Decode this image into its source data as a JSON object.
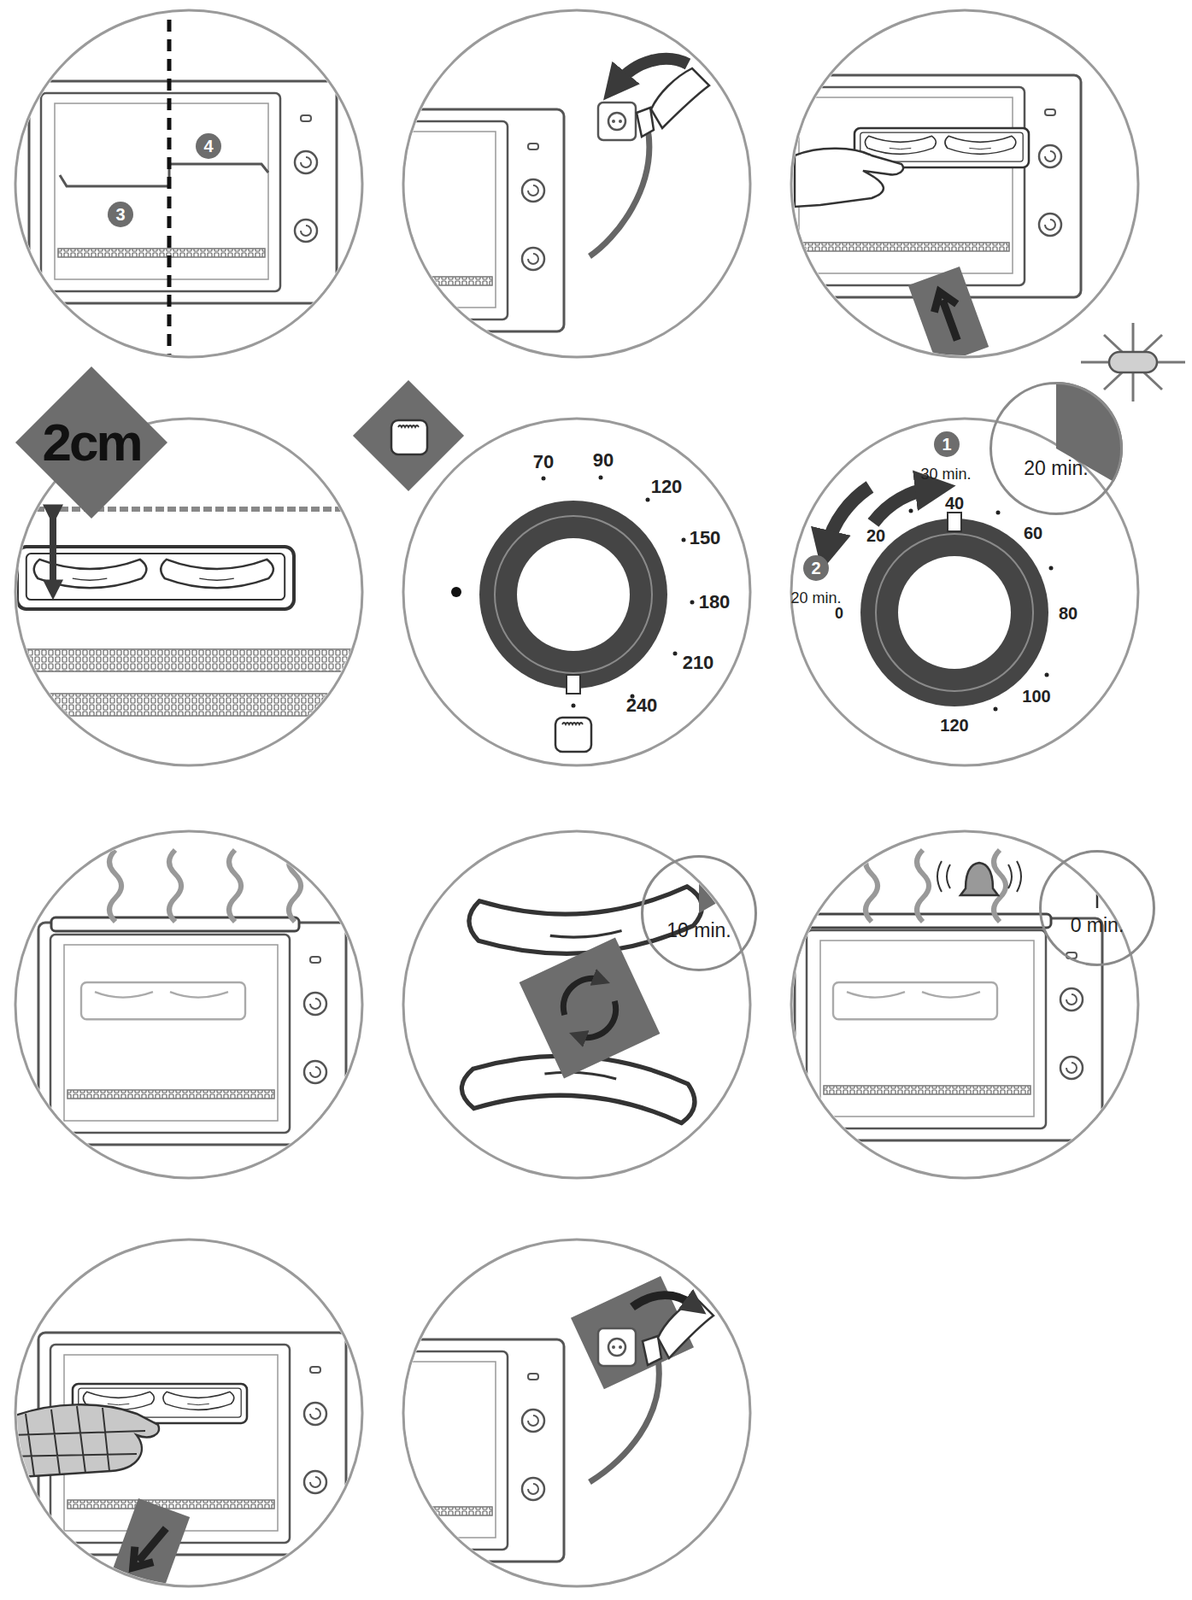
{
  "diagram": {
    "nodes": [
      {
        "text": [
          "4"
        ]
      },
      {
        "text": [
          "3"
        ]
      },
      {
        "text": [
          "2cm"
        ]
      },
      {
        "text": [
          "1"
        ]
      },
      {
        "text": [
          "20 min."
        ]
      },
      {
        "text": [
          "2"
        ]
      },
      {
        "text": [
          "10 min."
        ]
      },
      {
        "text": [
          "0 min."
        ]
      }
    ],
    "labels": [
      "70",
      "90",
      "120",
      "150",
      "180",
      "210",
      "240",
      "30 min.",
      "20",
      "40",
      "60",
      "80",
      "100",
      "120",
      "20 min.",
      "0"
    ]
  }
}
